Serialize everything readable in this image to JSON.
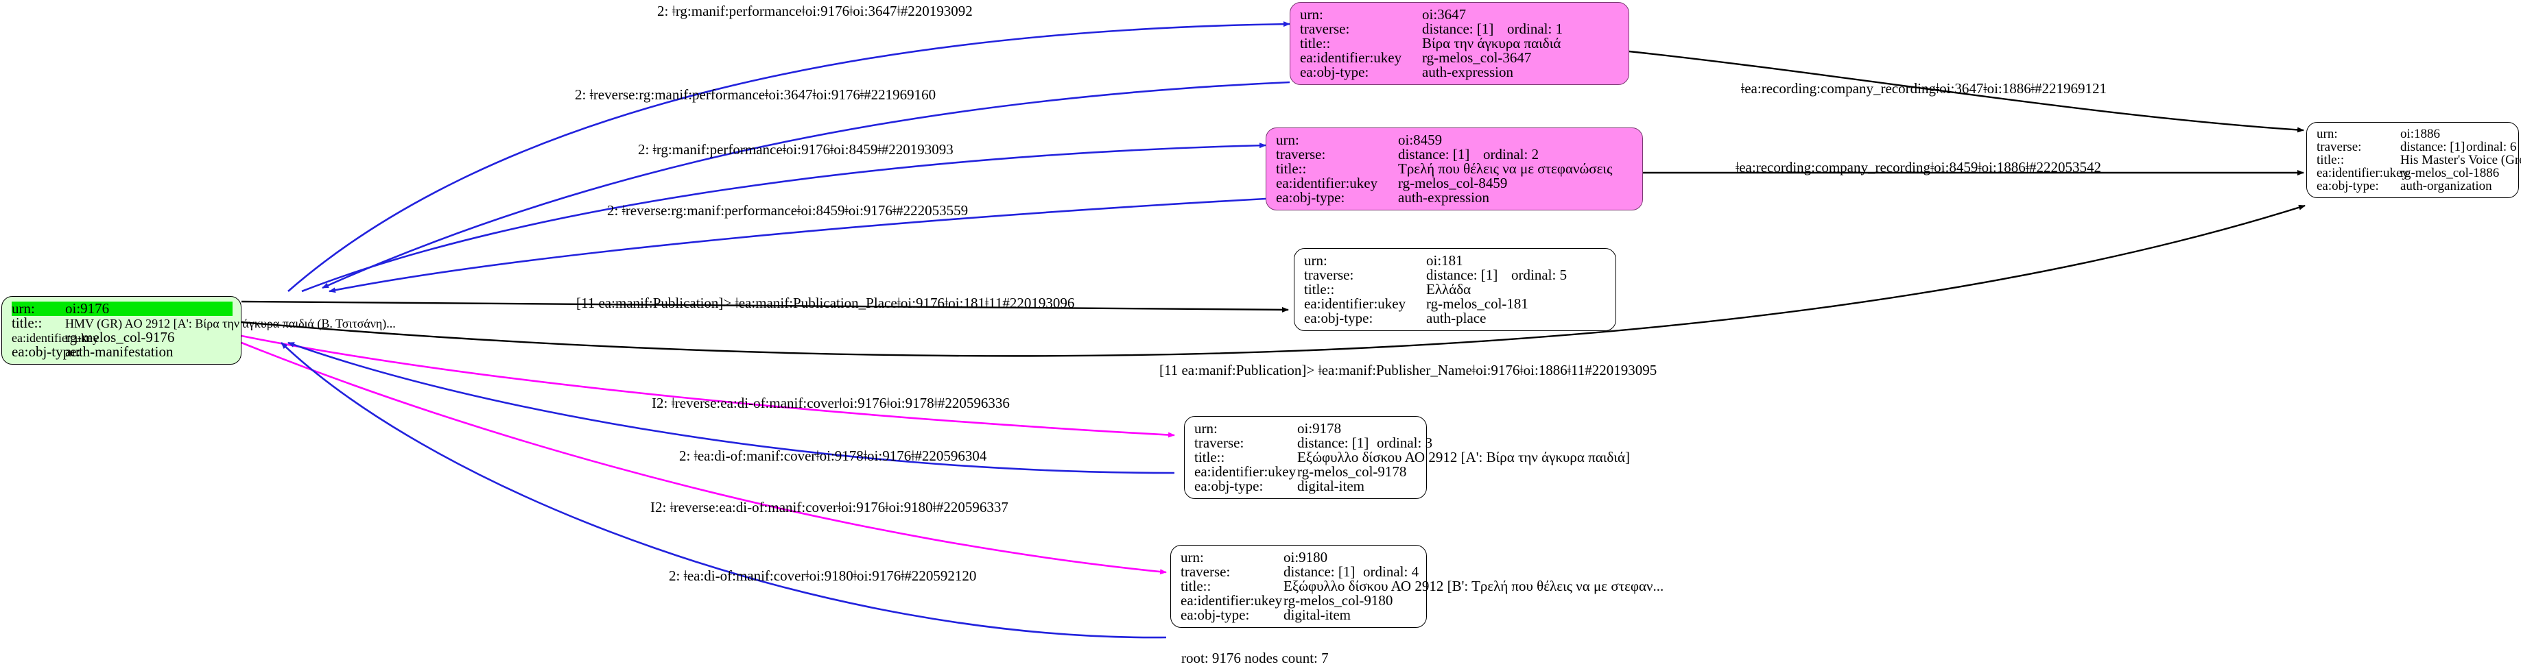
{
  "graph": {
    "footer": "root: 9176 nodes count: 7",
    "colors": {
      "edge_blue": "#2222dd",
      "edge_black": "#000000",
      "edge_magenta": "#ff00ff",
      "node_green_fill": "#d9ffd2",
      "node_green_highlight": "#00e800",
      "node_pink_fill": "#ff8cf0",
      "node_white_fill": "#ffffff"
    },
    "field_labels": {
      "urn": "urn:",
      "traverse": "traverse:",
      "title": "title::",
      "ukey": "ea:identifier:ukey",
      "objtype": "ea:obj-type:"
    },
    "nodes": [
      {
        "id": "n9176",
        "style": "green",
        "urn": "oi:9176",
        "traverse": null,
        "title": "HMV (GR) AO 2912 [A': Βίρα την άγκυρα παιδιά (Β. Τσιτσάνη)...",
        "ukey": "rg-melos_col-9176",
        "objtype": "auth-manifestation"
      },
      {
        "id": "n3647",
        "style": "pink",
        "urn": "oi:3647",
        "traverse_distance": "distance: [1]",
        "traverse_ordinal": "ordinal: 1",
        "title": "Βίρα την άγκυρα παιδιά",
        "ukey": "rg-melos_col-3647",
        "objtype": "auth-expression"
      },
      {
        "id": "n8459",
        "style": "pink",
        "urn": "oi:8459",
        "traverse_distance": "distance: [1]",
        "traverse_ordinal": "ordinal: 2",
        "title": "Τρελή που θέλεις να με στεφανώσεις",
        "ukey": "rg-melos_col-8459",
        "objtype": "auth-expression"
      },
      {
        "id": "n181",
        "style": "plain",
        "urn": "oi:181",
        "traverse_distance": "distance: [1]",
        "traverse_ordinal": "ordinal: 5",
        "title": "Ελλάδα",
        "ukey": "rg-melos_col-181",
        "objtype": "auth-place"
      },
      {
        "id": "n1886",
        "style": "plain",
        "urn": "oi:1886",
        "traverse_distance": "distance: [1]",
        "traverse_ordinal": "ordinal: 6",
        "title": "His Master's Voice (Greece)",
        "ukey": "rg-melos_col-1886",
        "objtype": "auth-organization"
      },
      {
        "id": "n9178",
        "style": "plain",
        "urn": "oi:9178",
        "traverse_distance": "distance: [1]",
        "traverse_ordinal": "ordinal: 3",
        "title": "Εξώφυλλο δίσκου ΑΟ 2912 [Α': Βίρα την άγκυρα παιδιά]",
        "ukey": "rg-melos_col-9178",
        "objtype": "digital-item"
      },
      {
        "id": "n9180",
        "style": "plain",
        "urn": "oi:9180",
        "traverse_distance": "distance: [1]",
        "traverse_ordinal": "ordinal: 4",
        "title": "Εξώφυλλο δίσκου ΑΟ 2912 [Β': Τρελή που θέλεις να με στεφαν...",
        "ukey": "rg-melos_col-9180",
        "objtype": "digital-item"
      }
    ],
    "edge_labels": [
      {
        "id": "e1",
        "text": "2: ǂrg:manif:performanceǂoi:9176ǂoi:3647ǂ#220193092"
      },
      {
        "id": "e2",
        "text": "2: ǂreverse:rg:manif:performanceǂoi:3647ǂoi:9176ǂ#221969160"
      },
      {
        "id": "e3",
        "text": "2: ǂrg:manif:performanceǂoi:9176ǂoi:8459ǂ#220193093"
      },
      {
        "id": "e4",
        "text": "2: ǂreverse:rg:manif:performanceǂoi:8459ǂoi:9176ǂ#222053559"
      },
      {
        "id": "e5",
        "text": "[11 ea:manif:Publication]> ǂea:manif:Publication_Placeǂoi:9176ǂoi:181ǂ11#220193096"
      },
      {
        "id": "e6",
        "text": "[11 ea:manif:Publication]> ǂea:manif:Publisher_Nameǂoi:9176ǂoi:1886ǂ11#220193095"
      },
      {
        "id": "e7",
        "text": "I2: ǂreverse:ea:di-of:manif:coverǂoi:9176ǂoi:9178ǂ#220596336"
      },
      {
        "id": "e8",
        "text": "2: ǂea:di-of:manif:coverǂoi:9178ǂoi:9176ǂ#220596304"
      },
      {
        "id": "e9",
        "text": "I2: ǂreverse:ea:di-of:manif:coverǂoi:9176ǂoi:9180ǂ#220596337"
      },
      {
        "id": "e10",
        "text": "2: ǂea:di-of:manif:coverǂoi:9180ǂoi:9176ǂ#220592120"
      },
      {
        "id": "e11",
        "text": "ǂea:recording:company_recordingǂoi:3647ǂoi:1886ǂ#221969121"
      },
      {
        "id": "e12",
        "text": "ǂea:recording:company_recordingǂoi:8459ǂoi:1886ǂ#222053542"
      }
    ]
  }
}
